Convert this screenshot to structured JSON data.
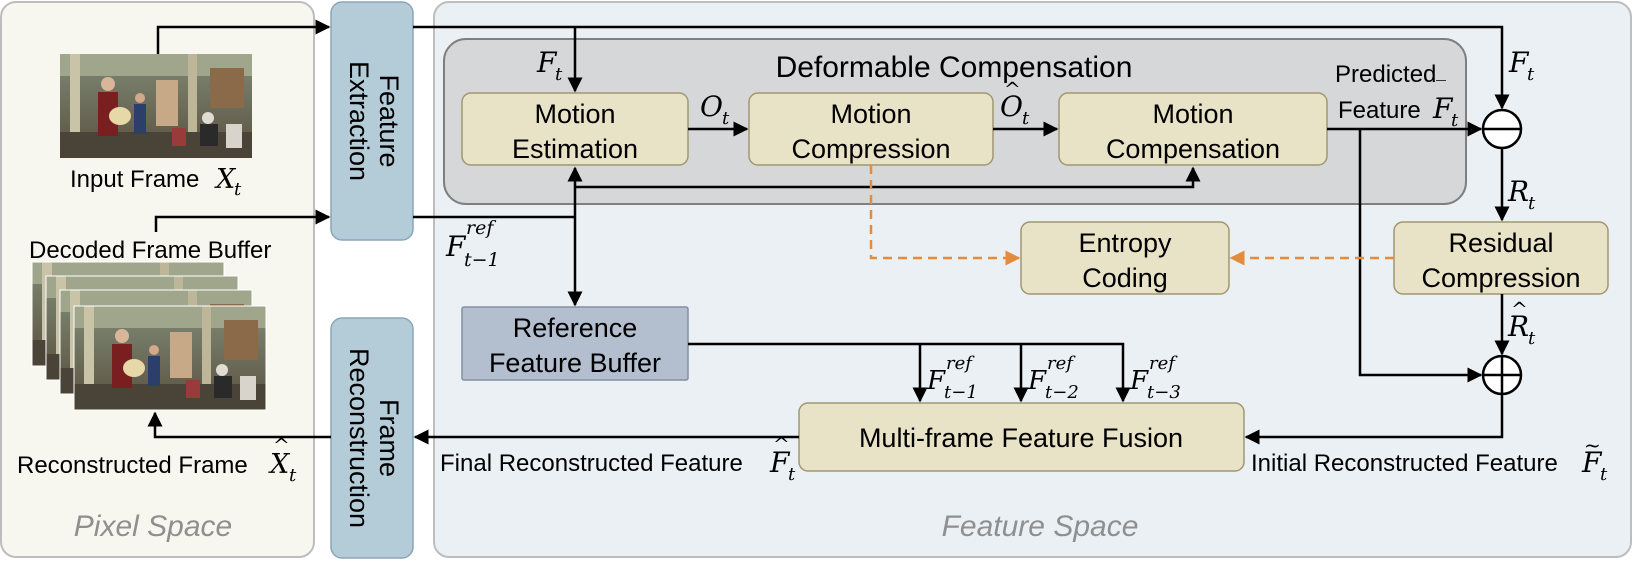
{
  "regions": {
    "pixel_space": "Pixel Space",
    "feature_space": "Feature Space",
    "deformable_compensation": "Deformable Compensation"
  },
  "modules": {
    "feature_extraction": [
      "Feature",
      "Extraction"
    ],
    "frame_reconstruction": [
      "Frame",
      "Reconstruction"
    ],
    "motion_estimation": [
      "Motion",
      "Estimation"
    ],
    "motion_compression": [
      "Motion",
      "Compression"
    ],
    "motion_compensation": [
      "Motion",
      "Compensation"
    ],
    "entropy_coding": [
      "Entropy",
      "Coding"
    ],
    "residual_compression": [
      "Residual",
      "Compression"
    ],
    "reference_feature_buffer": [
      "Reference",
      "Feature Buffer"
    ],
    "multi_frame_feature_fusion": "Multi-frame Feature Fusion"
  },
  "labels": {
    "input_frame": "Input Frame",
    "decoded_frame_buffer": "Decoded Frame Buffer",
    "reconstructed_frame": "Reconstructed Frame",
    "predicted": "Predicted",
    "feature": "Feature",
    "final_reconstructed_feature": "Final Reconstructed Feature",
    "initial_reconstructed_feature": "Initial Reconstructed Feature"
  },
  "symbols": {
    "X": "X",
    "F": "F",
    "O": "O",
    "R": "R",
    "t": "t",
    "ref": "ref",
    "tm1": "t−1",
    "tm2": "t−2",
    "tm3": "t−3",
    "hat": "^",
    "bar": "‾",
    "tilde": "~"
  },
  "colors": {
    "pixel_space_bg": "#f8f7ef",
    "feature_space_bg": "#eaf0f3",
    "deformable_bg": "#d5d7d8",
    "module_fill": "#e8e2c6",
    "side_module_fill": "#b4ccd8",
    "buffer_fill": "#b3bfcf",
    "dashed_arrow": "#e58c3c",
    "region_text": "#8f8f8f"
  }
}
